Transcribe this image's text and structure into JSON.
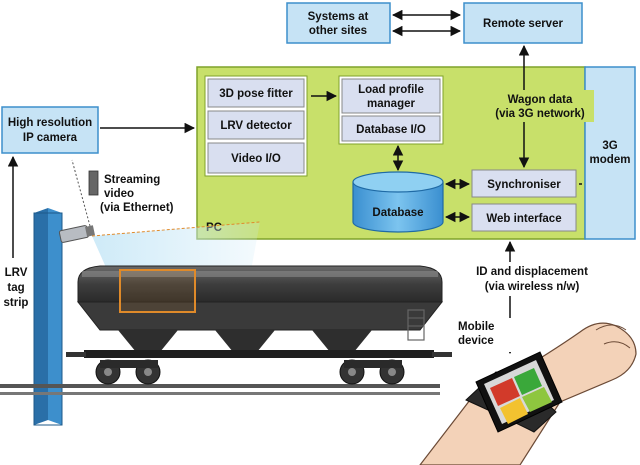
{
  "blocks": {
    "systems_other_sites": [
      "Systems at",
      "other sites"
    ],
    "remote_server": "Remote server",
    "pose_fitter": "3D pose fitter",
    "lrv_detector": "LRV detector",
    "video_io": "Video I/O",
    "load_profile_manager": [
      "Load profile",
      "manager"
    ],
    "database_io": "Database I/O",
    "database": "Database",
    "synchroniser": "Synchroniser",
    "web_interface": "Web interface",
    "modem": [
      "3G",
      "modem"
    ],
    "pc": "PC",
    "camera": [
      "High resolution",
      "IP camera"
    ]
  },
  "labels": {
    "wagon_data": [
      "Wagon data",
      "(via 3G network)"
    ],
    "streaming_video": [
      "Streaming",
      "video",
      "(via Ethernet)"
    ],
    "lrv_tag_strip": [
      "LRV",
      "tag",
      "strip"
    ],
    "id_displacement": [
      "ID and displacement",
      "(via wireless n/w)"
    ],
    "mobile_device": [
      "Mobile",
      "device"
    ]
  },
  "colors": {
    "pc_fill": "#c8e06a",
    "block_fill": "#d9dff0",
    "blue_fill": "#c6e3f5",
    "tag_strip": "#3d8fcc",
    "wagon": "#4a4a4a",
    "highlight": "#e08a2a"
  }
}
